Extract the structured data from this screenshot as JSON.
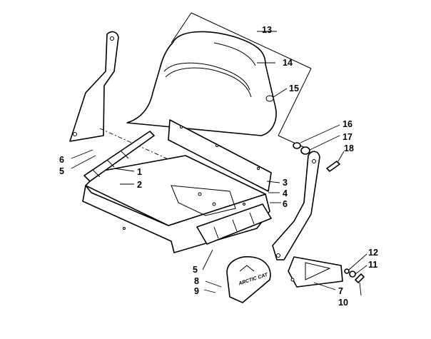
{
  "diagram": {
    "callouts": [
      {
        "id": "c13",
        "label": "13"
      },
      {
        "id": "c14",
        "label": "14"
      },
      {
        "id": "c15",
        "label": "15"
      },
      {
        "id": "c16",
        "label": "16"
      },
      {
        "id": "c17",
        "label": "17"
      },
      {
        "id": "c18",
        "label": "18"
      },
      {
        "id": "c6a",
        "label": "6"
      },
      {
        "id": "c5a",
        "label": "5"
      },
      {
        "id": "c1",
        "label": "1"
      },
      {
        "id": "c2",
        "label": "2"
      },
      {
        "id": "c3",
        "label": "3"
      },
      {
        "id": "c4",
        "label": "4"
      },
      {
        "id": "c6b",
        "label": "6"
      },
      {
        "id": "c5b",
        "label": "5"
      },
      {
        "id": "c8",
        "label": "8"
      },
      {
        "id": "c9",
        "label": "9"
      },
      {
        "id": "c12",
        "label": "12"
      },
      {
        "id": "c11",
        "label": "11"
      },
      {
        "id": "c7",
        "label": "7"
      },
      {
        "id": "c10",
        "label": "10"
      }
    ],
    "logo_text": "ARCTIC CAT"
  }
}
